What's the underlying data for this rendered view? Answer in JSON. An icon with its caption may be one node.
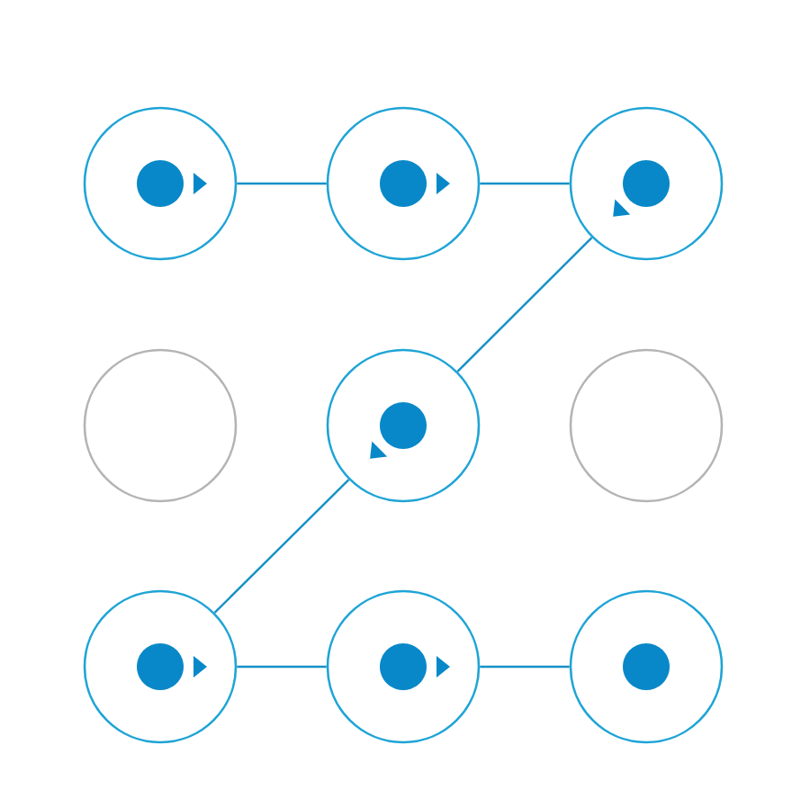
{
  "diagram": {
    "nodes": [
      {
        "text": [],
        "shape": "circle"
      },
      {
        "text": [],
        "shape": "circle"
      },
      {
        "text": [],
        "shape": "circle"
      },
      {
        "text": [],
        "shape": "circle"
      },
      {
        "text": [],
        "shape": "circle"
      },
      {
        "text": [],
        "shape": "circle"
      },
      {
        "text": [],
        "shape": "circle"
      },
      {
        "text": [],
        "shape": "circle"
      },
      {
        "text": [],
        "shape": "circle"
      }
    ],
    "edges": [
      {
        "from": 0,
        "to": 1,
        "arrow": "none"
      },
      {
        "from": 1,
        "to": 2,
        "arrow": "none"
      },
      {
        "from": 2,
        "to": 4,
        "arrow": "none"
      },
      {
        "from": 4,
        "to": 6,
        "arrow": "none"
      },
      {
        "from": 6,
        "to": 7,
        "arrow": "none"
      },
      {
        "from": 7,
        "to": 8,
        "arrow": "none"
      }
    ]
  }
}
